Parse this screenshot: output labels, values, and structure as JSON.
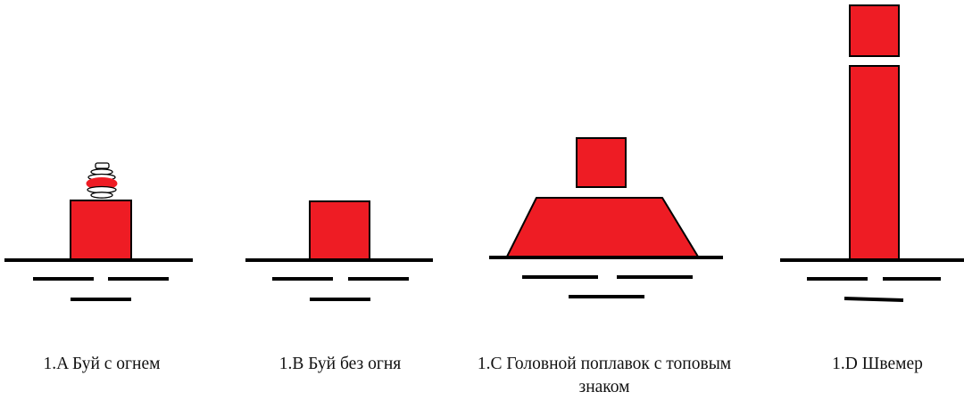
{
  "colors": {
    "float_fill": "#ee1c24",
    "outline": "#000000",
    "light_fill": "#ffffff",
    "background": "#ffffff",
    "caption_text": "#111111"
  },
  "figures": [
    {
      "id": "A",
      "caption": "1.A Буй с огнем",
      "shape": "buoy-with-light"
    },
    {
      "id": "B",
      "caption": "1.B Буй без огня",
      "shape": "buoy-without-light"
    },
    {
      "id": "C",
      "caption": "1.C Головной поплавок с топовым знаком",
      "shape": "head-float-with-topmark"
    },
    {
      "id": "D",
      "caption": "1.D Швемер",
      "shape": "spar-buoy"
    }
  ]
}
